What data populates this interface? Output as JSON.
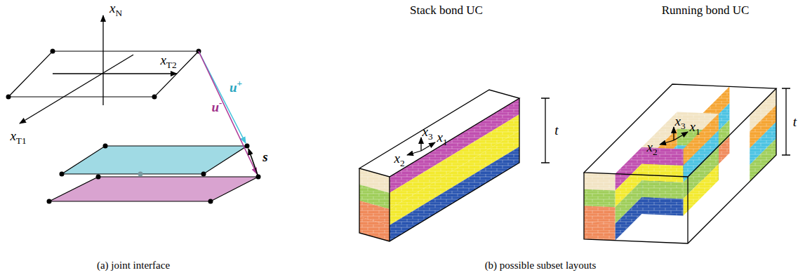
{
  "diagram": {
    "labels": [
      "Stack bond UC",
      "Running bond UC",
      "xN",
      "xT1",
      "xT2",
      "u+",
      "u-",
      "s",
      "x2",
      "x3",
      "x1",
      "t",
      "x2",
      "x3",
      "x1",
      "t",
      "(a) joint interface",
      "(b) possible subset layouts"
    ]
  }
}
